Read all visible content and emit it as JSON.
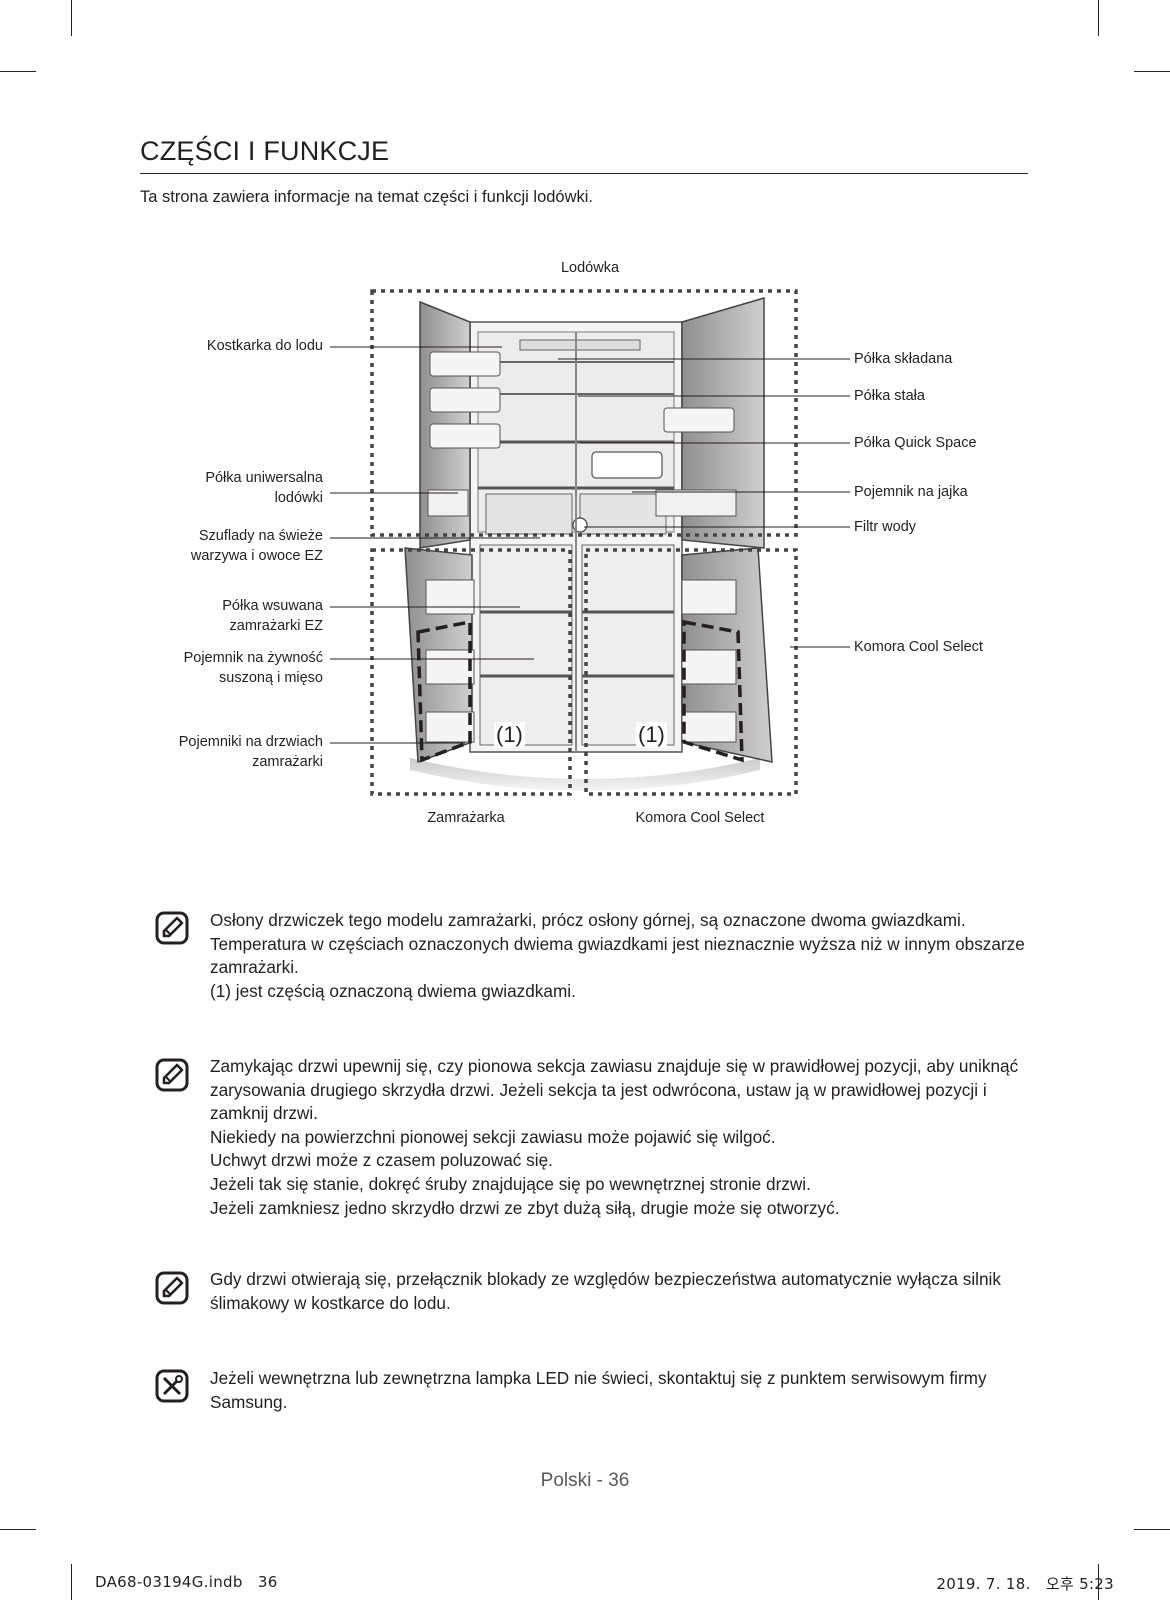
{
  "page": {
    "title": "CZĘŚCI I FUNKCJE",
    "intro": "Ta strona zawiera informacje na temat części i funkcji lodówki."
  },
  "diagram": {
    "top_label": "Lodówka",
    "bottom_left_label": "Zamrażarka",
    "bottom_right_label": "Komora Cool Select",
    "marker": "(1)",
    "left_labels": [
      {
        "line1": "Kostkarka do lodu",
        "line2": ""
      },
      {
        "line1": "Półka uniwersalna",
        "line2": "lodówki"
      },
      {
        "line1": "Szuflady na świeże",
        "line2": "warzywa i owoce EZ"
      },
      {
        "line1": "Półka wsuwana",
        "line2": "zamrażarki EZ"
      },
      {
        "line1": "Pojemnik na żywność",
        "line2": "suszoną i mięso"
      },
      {
        "line1": "Pojemniki na drzwiach",
        "line2": "zamrażarki"
      }
    ],
    "right_labels": [
      "Półka składana",
      "Półka stała",
      "Półka Quick Space",
      "Pojemnik na jajka",
      "Filtr wody",
      "Komora Cool Select"
    ]
  },
  "notes": [
    {
      "icon": "note-pencil-icon",
      "lines": [
        "Osłony drzwiczek tego modelu zamrażarki, prócz osłony górnej, są oznaczone dwoma gwiazdkami. Temperatura w częściach oznaczonych dwiema gwiazdkami jest nieznacznie wyższa niż w innym obszarze zamrażarki.",
        "(1) jest częścią oznaczoną dwiema gwiazdkami."
      ]
    },
    {
      "icon": "note-pencil-icon",
      "lines": [
        "Zamykając drzwi upewnij się, czy pionowa sekcja zawiasu znajduje się w prawidłowej pozycji, aby uniknąć zarysowania drugiego skrzydła drzwi. Jeżeli sekcja ta jest odwrócona, ustaw ją w prawidłowej pozycji i zamknij drzwi.",
        "Niekiedy na powierzchni pionowej sekcji zawiasu może pojawić się wilgoć.",
        "Uchwyt drzwi może z czasem poluzować się.",
        "Jeżeli tak się stanie, dokręć śruby znajdujące się po wewnętrznej stronie drzwi.",
        "Jeżeli zamkniesz jedno skrzydło drzwi ze zbyt dużą siłą, drugie może się otworzyć."
      ]
    },
    {
      "icon": "note-pencil-icon",
      "lines": [
        "Gdy drzwi otwierają się, przełącznik blokady ze względów bezpieczeństwa automatycznie wyłącza silnik ślimakowy w kostkarce do lodu."
      ]
    },
    {
      "icon": "service-tools-icon",
      "lines": [
        "Jeżeli wewnętrzna lub zewnętrzna lampka LED nie świeci, skontaktuj się z punktem serwisowym firmy Samsung."
      ]
    }
  ],
  "footer": {
    "page_label": "Polski - 36",
    "slug_file": "DA68-03194G.indb   36",
    "slug_date": "2019. 7. 18.   오후 5:23"
  }
}
